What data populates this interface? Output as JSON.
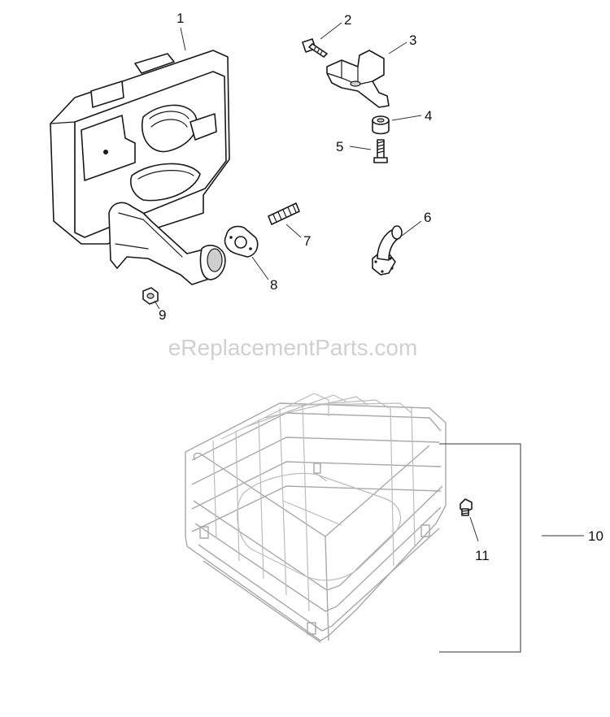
{
  "watermark": "eReplacementParts.com",
  "callouts": {
    "c1": "1",
    "c2": "2",
    "c3": "3",
    "c4": "4",
    "c5": "5",
    "c6": "6",
    "c7": "7",
    "c8": "8",
    "c9": "9",
    "c10": "10",
    "c11": "11"
  }
}
